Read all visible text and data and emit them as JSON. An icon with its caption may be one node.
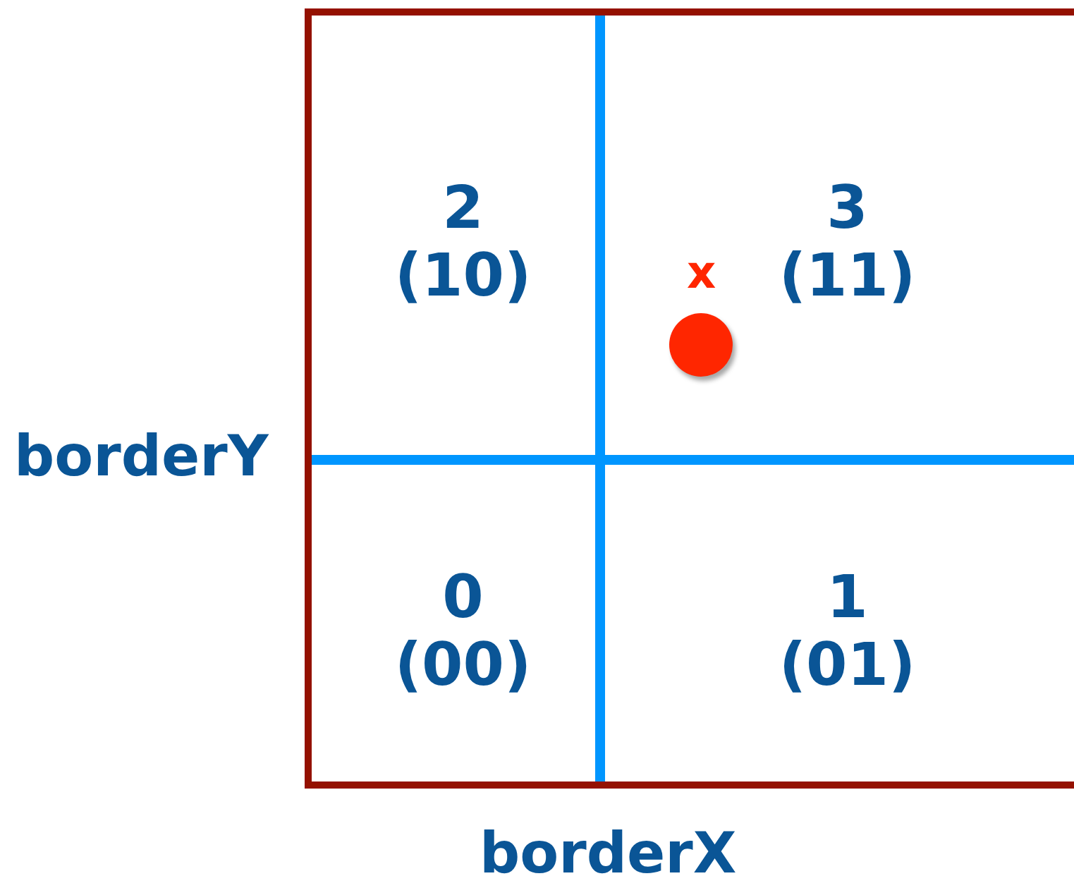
{
  "diagram": {
    "nodes": [
      {
        "text": [],
        "shape": "box"
      },
      {
        "text": [
          "2",
          "(10)"
        ],
        "in": 0
      },
      {
        "text": [
          "3",
          "(11)"
        ],
        "in": 0
      },
      {
        "text": [],
        "shape": "circle",
        "beside": [
          "x"
        ],
        "in": 2
      },
      {
        "text": [
          "0",
          "(00)"
        ],
        "in": 0
      },
      {
        "text": [
          "1",
          "(01)"
        ],
        "in": 0
      }
    ],
    "edges": [],
    "labels": [
      "borderY",
      "borderX"
    ]
  }
}
